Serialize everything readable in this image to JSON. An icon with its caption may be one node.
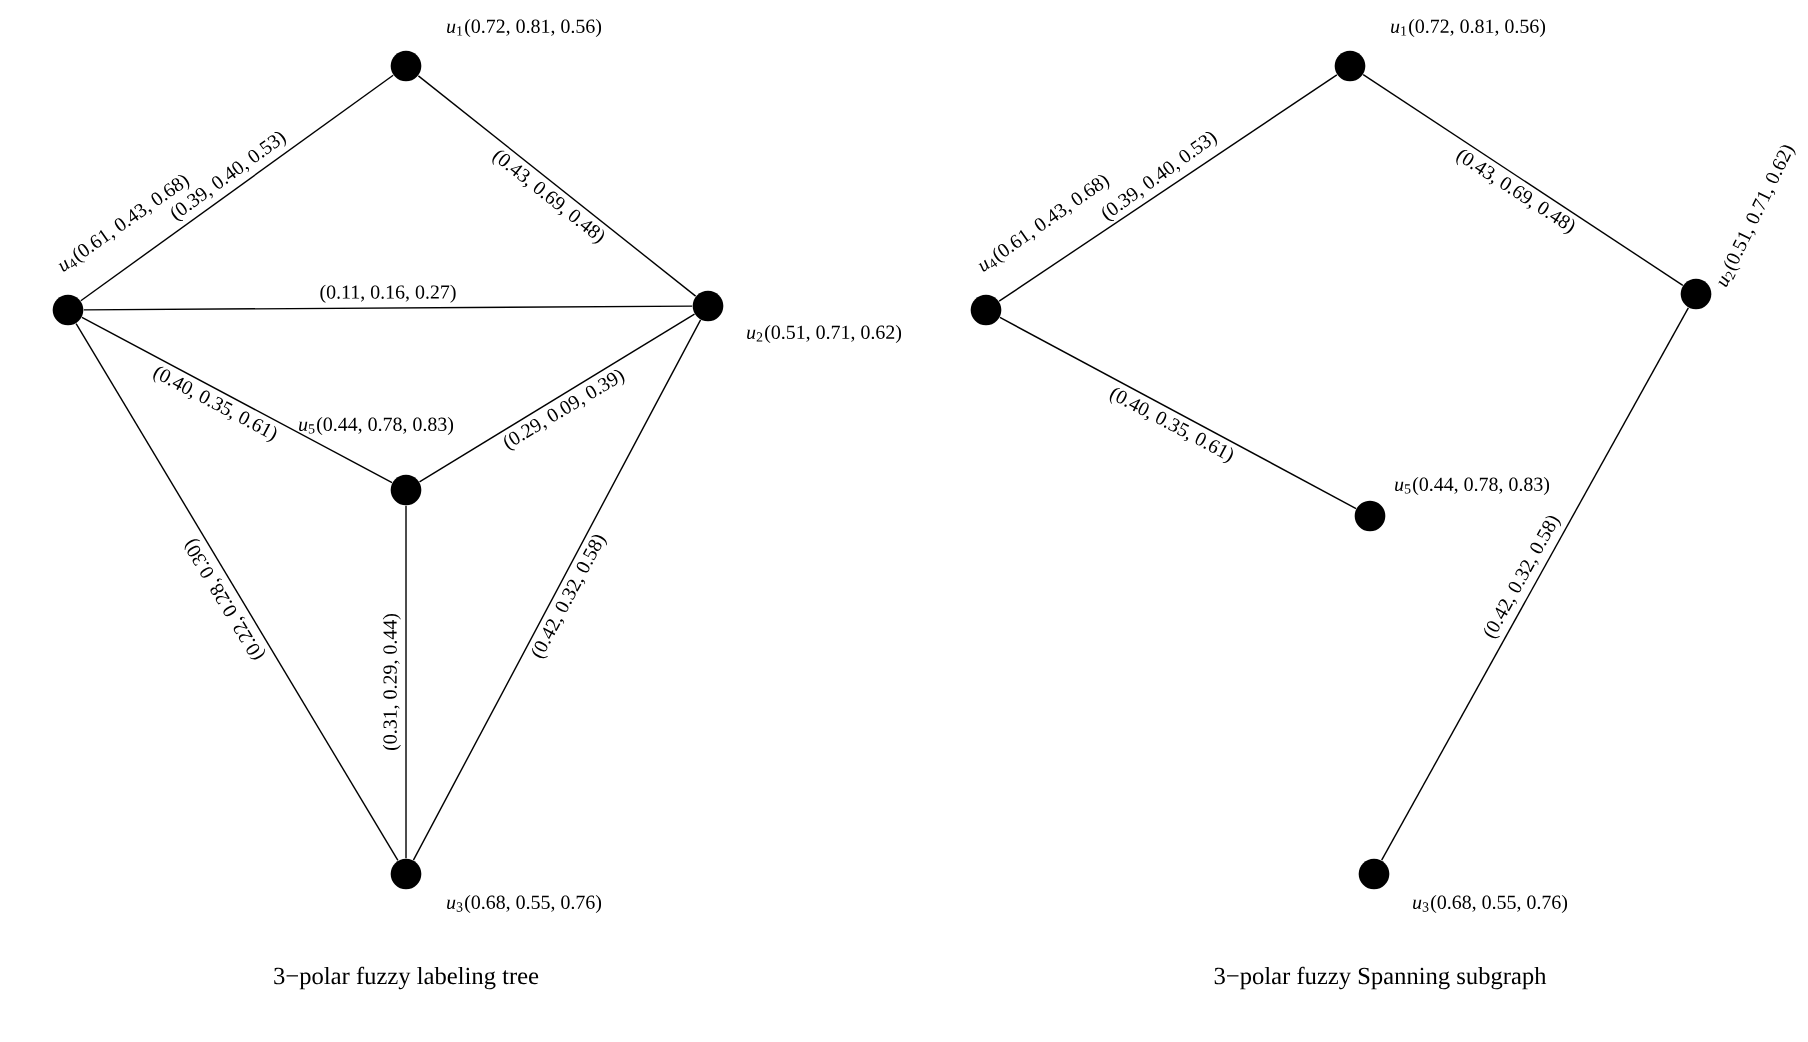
{
  "diagram": {
    "nodes": [
      {
        "text": [],
        "shape": "circle",
        "beside": [
          "*u*$_{1}$(0.72, 0.81, 0.56)"
        ]
      },
      {
        "text": [],
        "shape": "circle",
        "beside": [
          "*u*$_{2}$(0.51, 0.71, 0.62)"
        ]
      },
      {
        "text": [],
        "shape": "circle",
        "beside": [
          "*u*$_{4}$(0.61, 0.43, 0.68)"
        ]
      },
      {
        "text": [],
        "shape": "circle",
        "beside": [
          "*u*$_{5}$(0.44, 0.78, 0.83)"
        ]
      },
      {
        "text": [],
        "shape": "circle",
        "beside": [
          "*u*$_{3}$(0.68, 0.55, 0.76)"
        ]
      },
      {
        "text": [],
        "shape": "circle",
        "beside": [
          "*u*$_{1}$(0.72, 0.81, 0.56)"
        ]
      },
      {
        "text": [],
        "shape": "circle",
        "beside": [
          "*u*$_{2}$(0.51, 0.71, 0.62)"
        ]
      },
      {
        "text": [],
        "shape": "circle",
        "beside": [
          "*u*$_{4}$(0.61, 0.43, 0.68)"
        ]
      },
      {
        "text": [],
        "shape": "circle",
        "beside": [
          "*u*$_{5}$(0.44, 0.78, 0.83)"
        ]
      },
      {
        "text": [],
        "shape": "circle",
        "beside": [
          "*u*$_{3}$(0.68, 0.55, 0.76)"
        ]
      }
    ],
    "edges": [
      {
        "from": 0,
        "to": 2,
        "arrow": "none",
        "label": "(0.39, 0.40, 0.53)"
      },
      {
        "from": 0,
        "to": 1,
        "arrow": "none",
        "label": "(0.43, 0.69, 0.48)"
      },
      {
        "from": 2,
        "to": 1,
        "arrow": "none",
        "label": "(0.11, 0.16, 0.27)"
      },
      {
        "from": 2,
        "to": 3,
        "arrow": "none",
        "label": "(0.40, 0.35, 0.61)"
      },
      {
        "from": 3,
        "to": 1,
        "arrow": "none",
        "label": "(0.29, 0.09, 0.39)"
      },
      {
        "from": 2,
        "to": 4,
        "arrow": "none",
        "label": "(0.22, 0.28, 0.30)"
      },
      {
        "from": 3,
        "to": 4,
        "arrow": "none",
        "label": "(0.31, 0.29, 0.44)"
      },
      {
        "from": 1,
        "to": 4,
        "arrow": "none",
        "label": "(0.42, 0.32, 0.58)"
      },
      {
        "from": 5,
        "to": 7,
        "arrow": "none",
        "label": "(0.39, 0.40, 0.53)"
      },
      {
        "from": 5,
        "to": 6,
        "arrow": "none",
        "label": "(0.43, 0.69, 0.48)"
      },
      {
        "from": 7,
        "to": 8,
        "arrow": "none",
        "label": "(0.40, 0.35, 0.61)"
      },
      {
        "from": 6,
        "to": 9,
        "arrow": "none",
        "label": "(0.42, 0.32, 0.58)"
      }
    ],
    "labels": [
      "3−polar fuzzy labeling tree",
      "3−polar fuzzy Spanning subgraph"
    ]
  }
}
